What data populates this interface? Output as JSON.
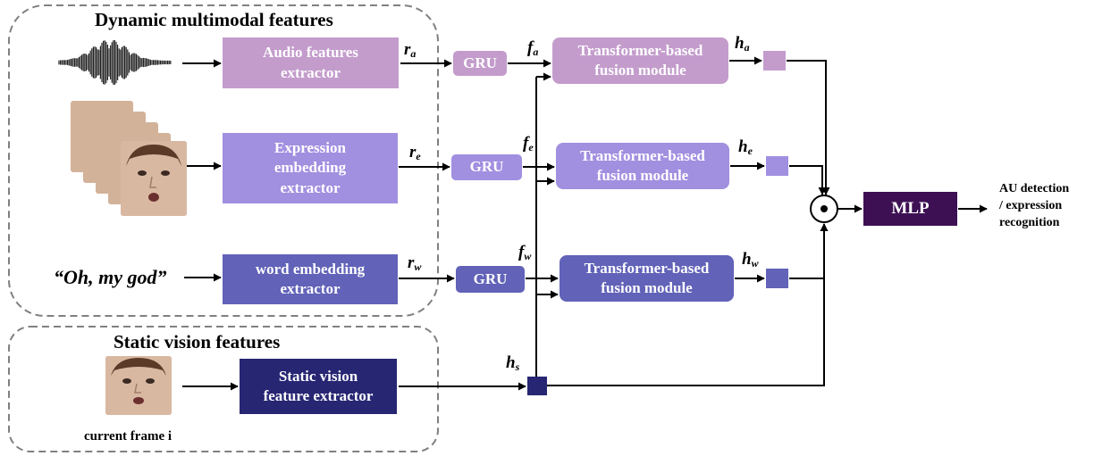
{
  "groups": {
    "dynamic_title": "Dynamic multimodal features",
    "static_title": "Static vision features"
  },
  "inputs": {
    "text_quote": "“Oh, my god”",
    "current_frame_label": "current frame i",
    "audio_waveform_icon": "waveform-icon",
    "face_stack_icon": "face-image-stack",
    "face_icon": "face-image"
  },
  "extractors": {
    "audio": "Audio features\nextractor",
    "expression": "Expression\nembedding\nextractor",
    "word": "word embedding\nextractor",
    "static": "Static vision\nfeature extractor"
  },
  "gru": {
    "label": "GRU"
  },
  "fusion": {
    "label": "Transformer-based\nfusion module"
  },
  "mlp": {
    "label": "MLP"
  },
  "output": {
    "label": "AU detection\n/ expression\nrecognition"
  },
  "variables": {
    "r_a": {
      "base": "r",
      "sub": "a"
    },
    "r_e": {
      "base": "r",
      "sub": "e"
    },
    "r_w": {
      "base": "r",
      "sub": "w"
    },
    "f_a": {
      "base": "f",
      "sub": "a"
    },
    "f_e": {
      "base": "f",
      "sub": "e"
    },
    "f_w": {
      "base": "f",
      "sub": "w"
    },
    "h_a": {
      "base": "h",
      "sub": "a"
    },
    "h_e": {
      "base": "h",
      "sub": "e"
    },
    "h_w": {
      "base": "h",
      "sub": "w"
    },
    "h_s": {
      "base": "h",
      "sub": "s"
    }
  },
  "operator": {
    "symbol": "⊙"
  },
  "colors": {
    "audio_branch": "#c39ccc",
    "expression_branch": "#a18fe0",
    "word_branch": "#6162b8",
    "static_branch": "#272673",
    "mlp": "#3d1053",
    "arrows": "#000000",
    "group_border": "#808080"
  }
}
